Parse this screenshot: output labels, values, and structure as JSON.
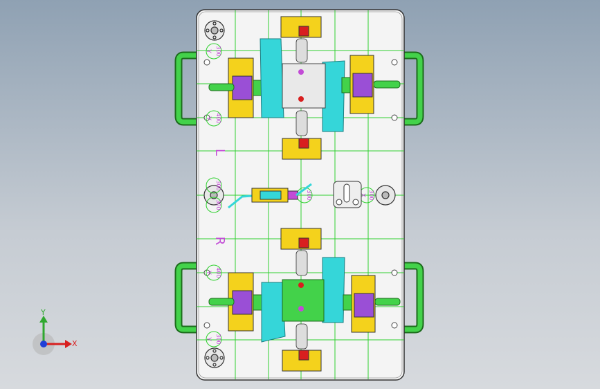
{
  "viewport": {
    "background_top": "#8fa1b3",
    "background_bottom": "#d7dade"
  },
  "colors": {
    "grid": "#2fd02f",
    "plate": "#f4f4f4",
    "yellow": "#f4d21c",
    "purple": "#9a4fd6",
    "cyan": "#35d6d9",
    "green": "#43d24a",
    "red": "#d81f1f",
    "magenta": "#c24bd6"
  },
  "labels": {
    "coord_1": "300",
    "coord_1_axis": "Y",
    "coord_2": "400",
    "coord_2_axis": "Y",
    "coord_3": "300",
    "coord_4": "300",
    "coord_5": "400",
    "coord_5_axis": "Y",
    "coord_6": "300",
    "coord_6_axis": "Y",
    "coord_7": "300",
    "coord_8": "300",
    "coord_8_axis": "X",
    "side_left": "L",
    "side_right": "R"
  },
  "triad": {
    "y_label": "Y",
    "x_label": "X"
  }
}
